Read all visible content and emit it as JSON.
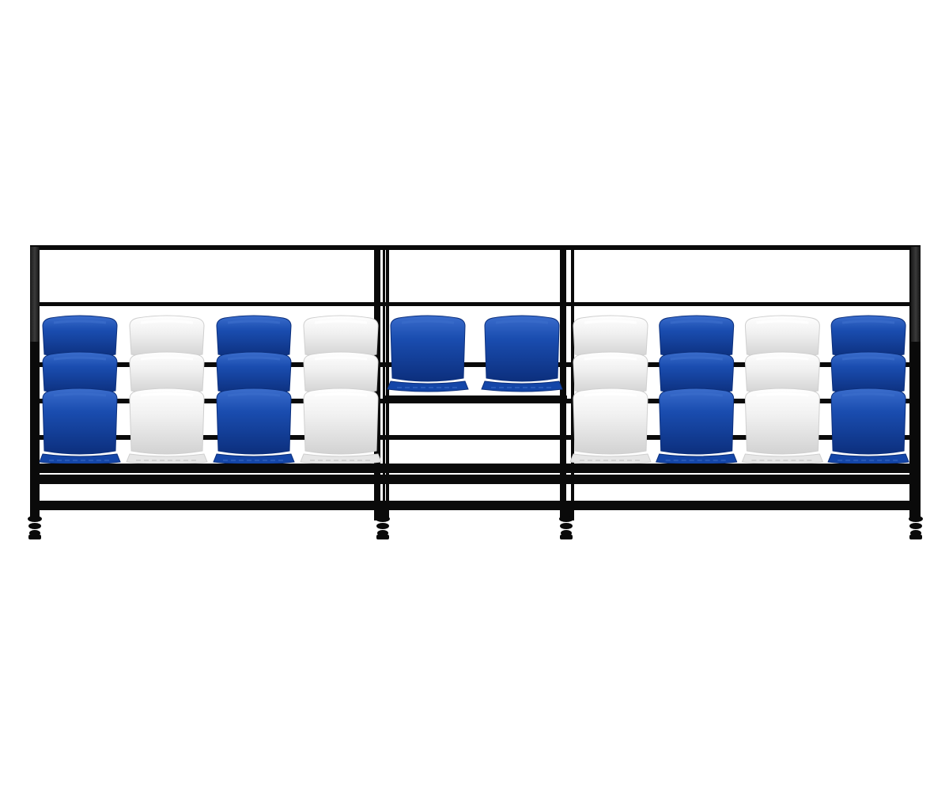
{
  "scene": {
    "background": "#ffffff",
    "frame_color": "#0a0a0a",
    "blue_seat": "#1446a8",
    "blue_seat_dark": "#0b2f7c",
    "blue_seat_light": "#3a6cc9",
    "white_seat": "#f2f2f2",
    "white_seat_shade": "#cfcfcf",
    "sections": [
      {
        "id": "left",
        "rows": 3,
        "columns": [
          "blue",
          "white",
          "blue",
          "white"
        ]
      },
      {
        "id": "middle",
        "rows": 1,
        "columns": [
          "blue",
          "blue"
        ]
      },
      {
        "id": "right",
        "rows": 3,
        "columns": [
          "white",
          "blue",
          "white",
          "blue"
        ]
      }
    ]
  }
}
